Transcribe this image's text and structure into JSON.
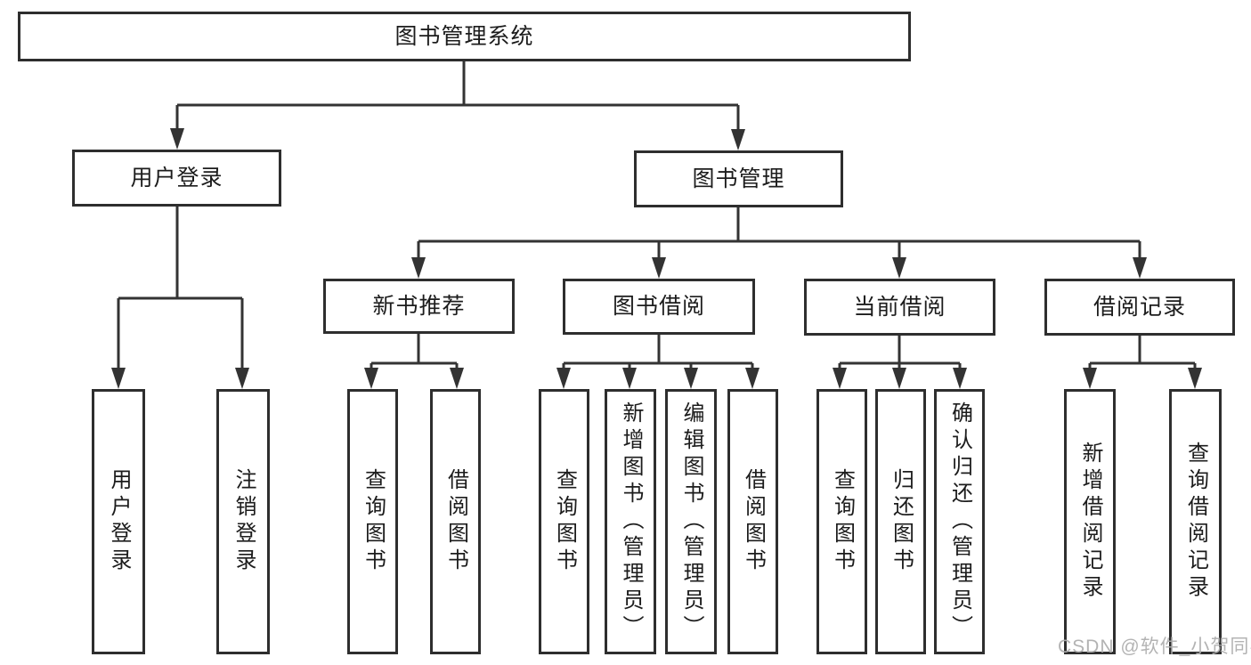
{
  "watermark": "CSDN @软件_小贺同学",
  "colors": {
    "line": "#333333",
    "box_border": "#2e2e2e",
    "box_fill": "#ffffff",
    "text": "#1c1c1c",
    "watermark": "#afafaf"
  },
  "tree": {
    "label": "图书管理系统",
    "children": [
      {
        "label": "用户登录",
        "children": [
          {
            "label": "用户登录"
          },
          {
            "label": "注销登录"
          }
        ]
      },
      {
        "label": "图书管理",
        "children": [
          {
            "label": "新书推荐",
            "children": [
              {
                "label": "查询图书"
              },
              {
                "label": "借阅图书"
              }
            ]
          },
          {
            "label": "图书借阅",
            "children": [
              {
                "label": "查询图书"
              },
              {
                "label": "新增图书（管理员）"
              },
              {
                "label": "编辑图书（管理员）"
              },
              {
                "label": "借阅图书"
              }
            ]
          },
          {
            "label": "当前借阅",
            "children": [
              {
                "label": "查询图书"
              },
              {
                "label": "归还图书"
              },
              {
                "label": "确认归还（管理员）"
              }
            ]
          },
          {
            "label": "借阅记录",
            "children": [
              {
                "label": "新增借阅记录"
              },
              {
                "label": "查询借阅记录"
              }
            ]
          }
        ]
      }
    ]
  }
}
